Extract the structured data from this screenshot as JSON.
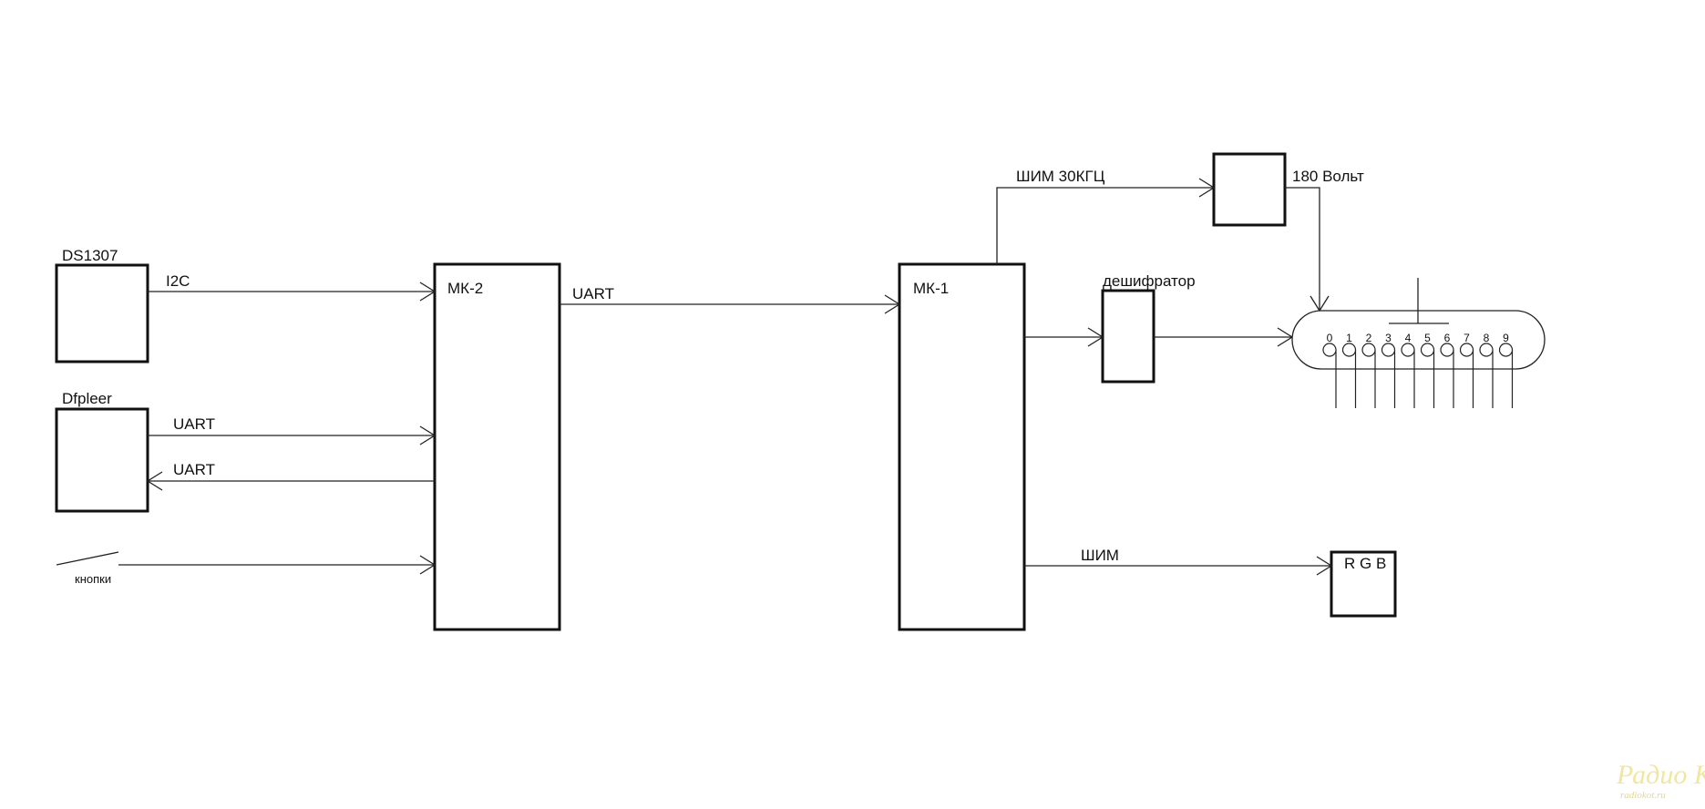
{
  "blocks": {
    "ds1307": "DS1307",
    "dfpleer": "Dfpleer",
    "mk2": "МК-2",
    "mk1": "МК-1",
    "decoder": "дешифратор",
    "power_note": "180 Вольт",
    "rgb": "R G B"
  },
  "links": {
    "i2c": "I2C",
    "uart_player_in": "UART",
    "uart_player_out": "UART",
    "uart_mk": "UART",
    "buttons": "кнопки",
    "pwm_hv": "ШИМ 30КГЦ",
    "pwm_rgb": "ШИМ"
  },
  "nixie_digits": [
    "0",
    "1",
    "2",
    "3",
    "4",
    "5",
    "6",
    "7",
    "8",
    "9"
  ],
  "watermark": {
    "logo": "Радио КОТ",
    "url": "radiokot.ru"
  }
}
